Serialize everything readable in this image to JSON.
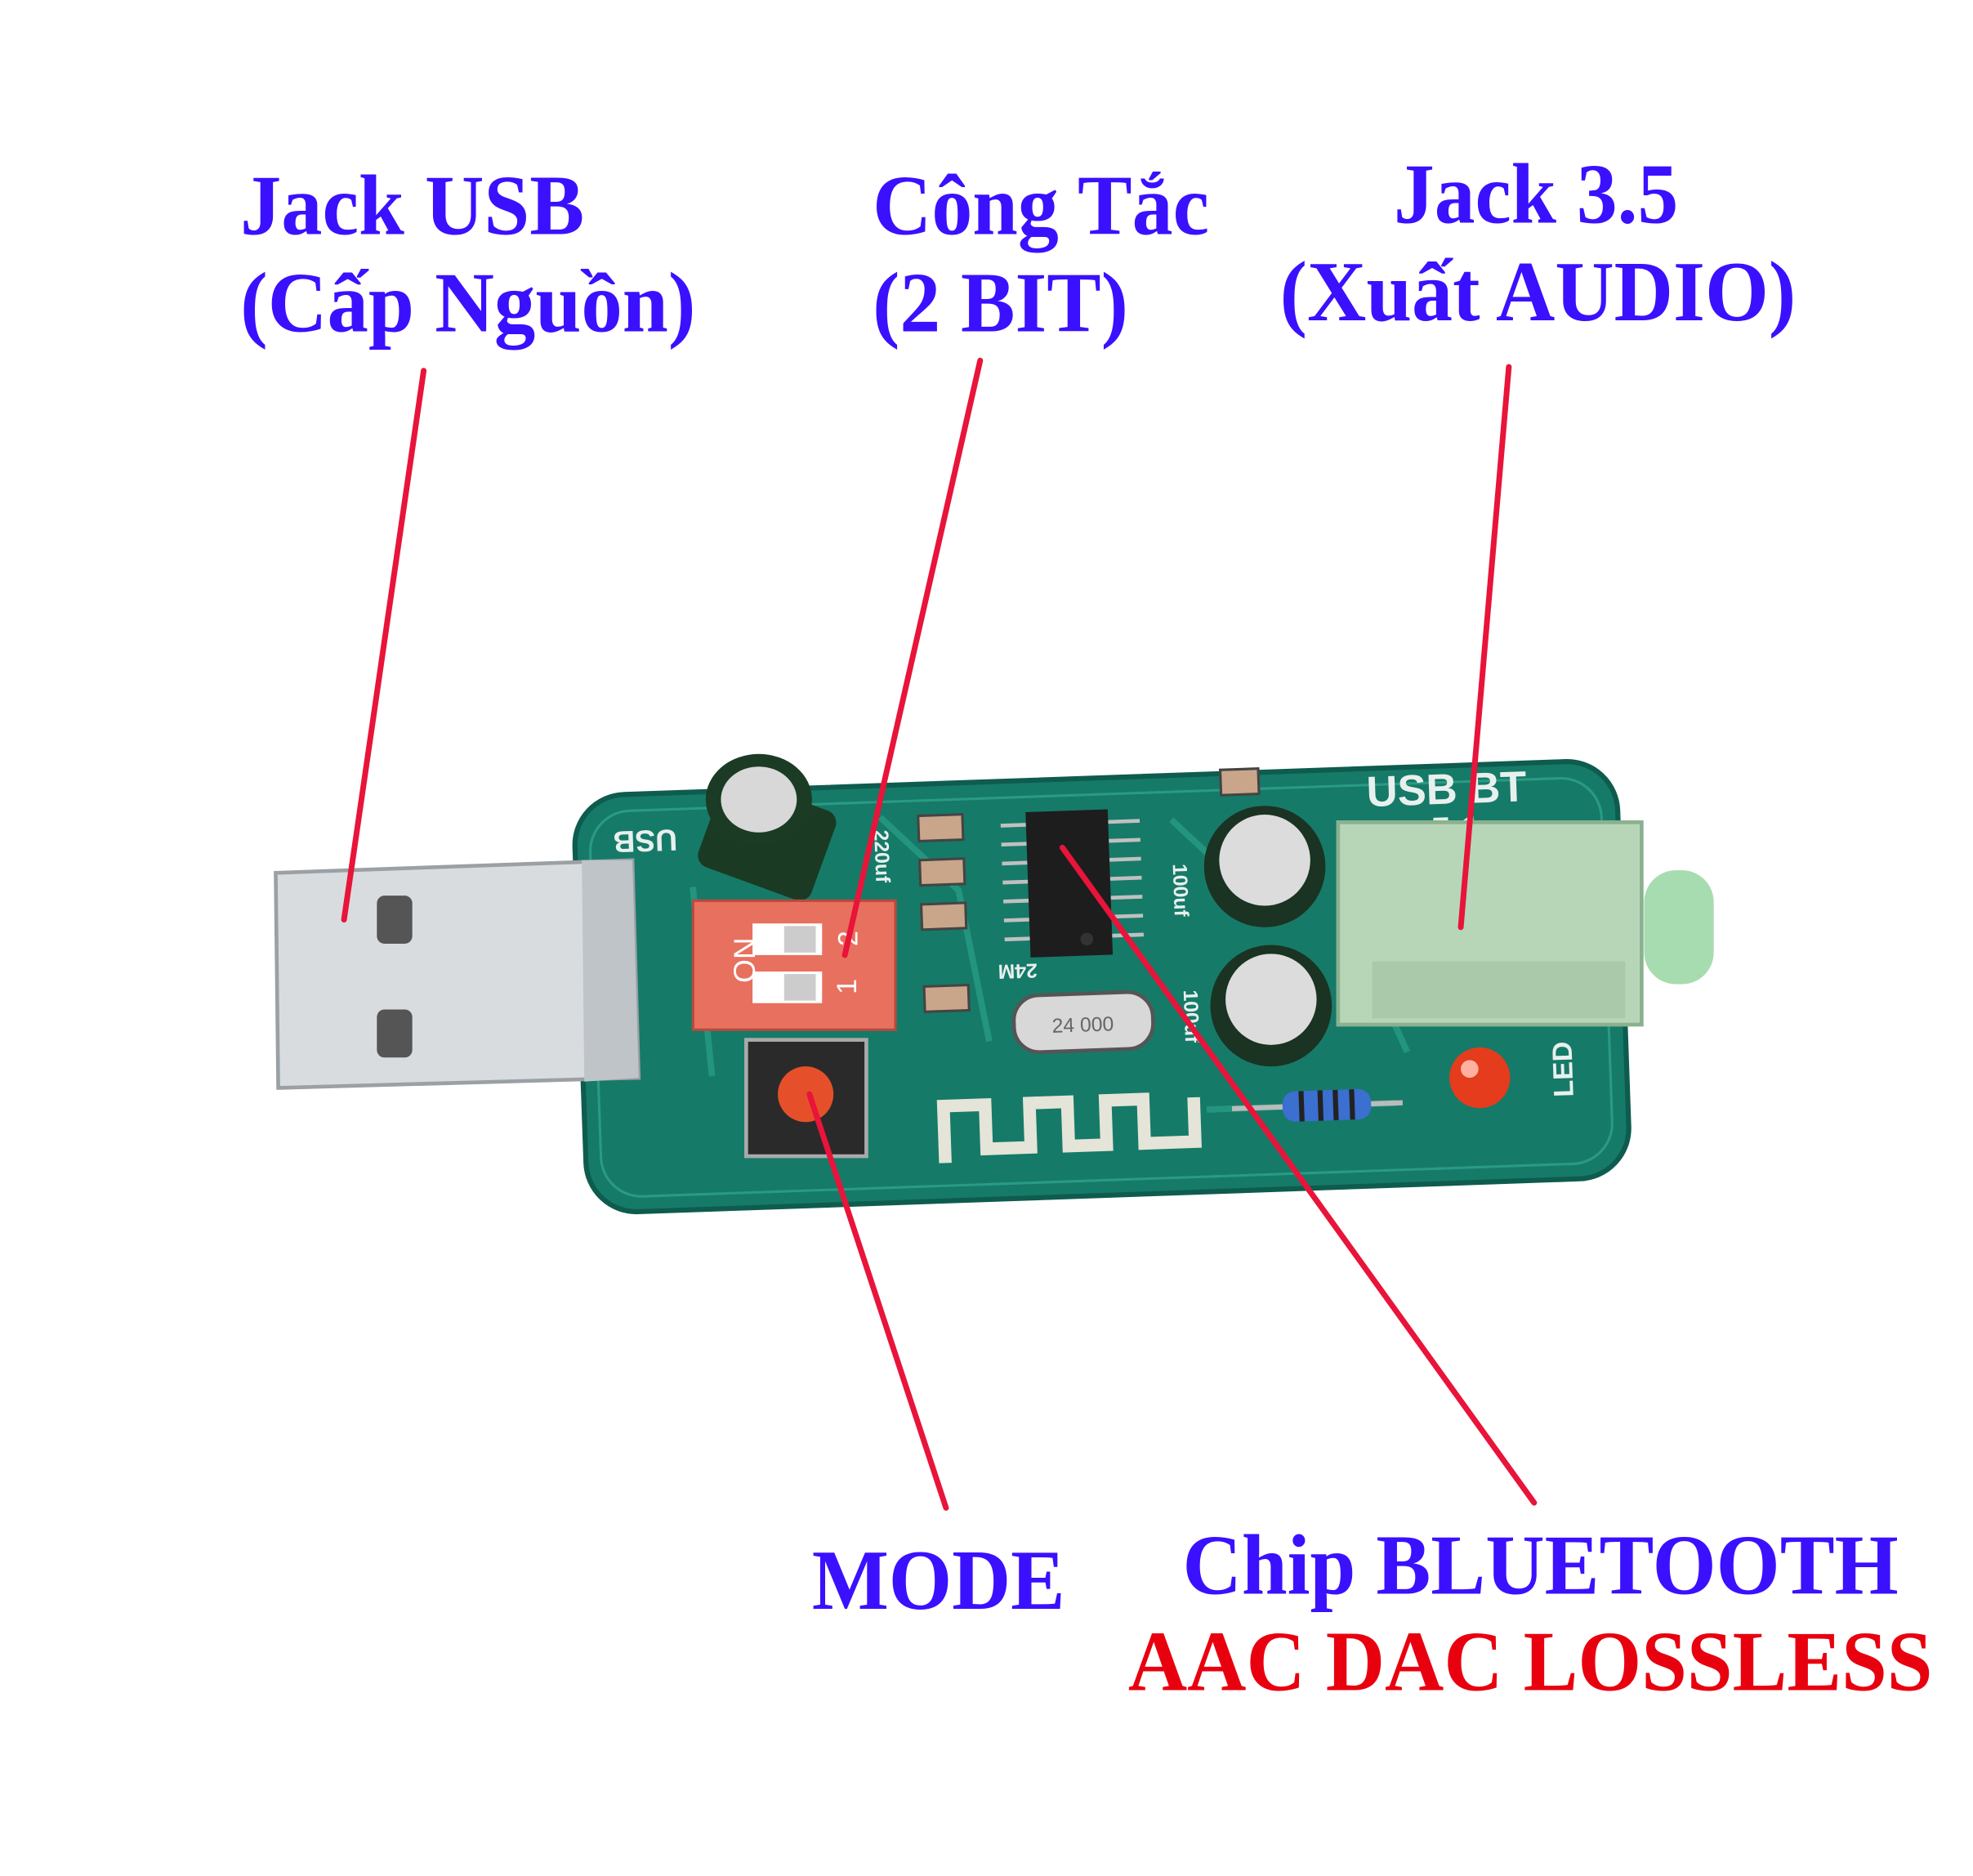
{
  "labels": {
    "jack_usb": {
      "line1": "Jack USB",
      "line2": "(Cấp Nguồn)"
    },
    "switch": {
      "line1": "Công Tắc",
      "line2": "(2 BIT)"
    },
    "jack_35": {
      "line1": "Jack 3.5",
      "line2": "(Xuất AUDIO)"
    },
    "mode": "MODE",
    "chip": {
      "line1": "Chip BLUETOOTH",
      "line2": "AAC DAC LOSSLESS"
    }
  },
  "board_silkscreen": {
    "usb": "USB",
    "board_name": "USB BT",
    "version": "5.1",
    "led": "LED",
    "crystal": "24 000",
    "crystal_label": "24M",
    "cap1": "100uf",
    "cap2": "100uf",
    "cap3": "220uf",
    "dip_on": "ON",
    "dip_1": "1",
    "dip_2": "2"
  },
  "colors": {
    "label_blue": "#3b10ff",
    "label_red": "#e8000f",
    "pointer": "#e8143a",
    "pcb": "#167a68"
  }
}
